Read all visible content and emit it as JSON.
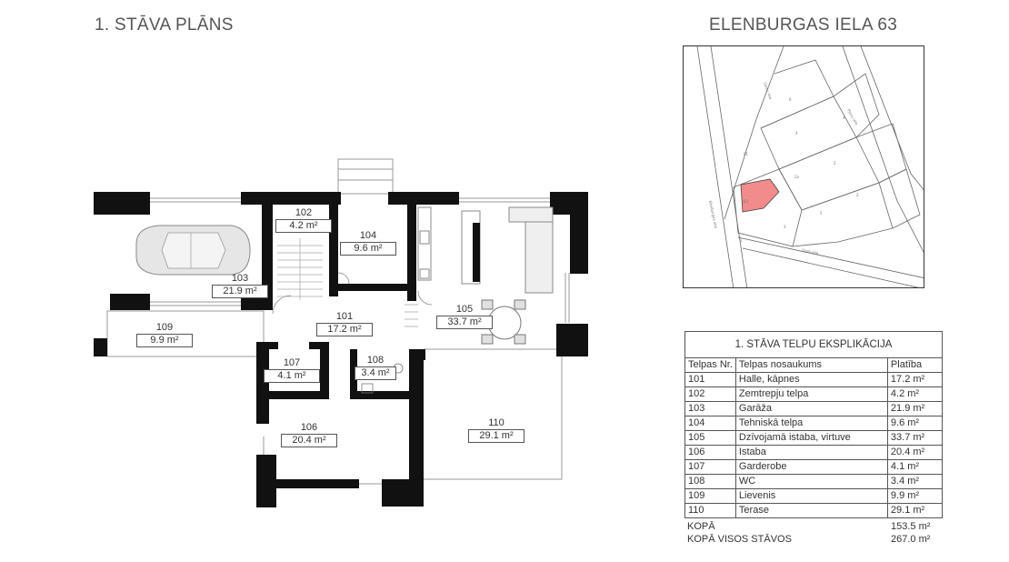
{
  "plan_title": "1. STĀVA PLĀNS",
  "address": "ELENBURGAS IELA 63",
  "rooms": [
    {
      "num": "101",
      "area": "17.2 m²"
    },
    {
      "num": "102",
      "area": "4.2 m²"
    },
    {
      "num": "103",
      "area": "21.9 m²"
    },
    {
      "num": "104",
      "area": "9.6 m²"
    },
    {
      "num": "105",
      "area": "33.7 m²"
    },
    {
      "num": "106",
      "area": "20.4 m²"
    },
    {
      "num": "107",
      "area": "4.1 m²"
    },
    {
      "num": "108",
      "area": "3.4 m²"
    },
    {
      "num": "109",
      "area": "9.9 m²"
    },
    {
      "num": "110",
      "area": "29.1 m²"
    }
  ],
  "site_plan": {
    "street_label": "Elenburgas iela",
    "small_street_labels": [
      "Ozolu iela",
      "Pļavu iela",
      "Upes iela"
    ],
    "plot_labels": [
      "1",
      "2",
      "3",
      "4",
      "5",
      "6",
      "2a",
      "61",
      "63",
      "4",
      "2"
    ],
    "highlight_color": "#f28b8b"
  },
  "schedule": {
    "caption": "1. STĀVA  TELPU EKSPLIKĀCIJA",
    "columns": [
      "Telpas Nr.",
      "Telpas nosaukums",
      "Platība"
    ],
    "rows": [
      [
        "101",
        "Halle, kāpnes",
        "17.2 m²"
      ],
      [
        "102",
        "Zemtrepju telpa",
        "4.2 m²"
      ],
      [
        "103",
        "Garāža",
        "21.9 m²"
      ],
      [
        "104",
        "Tehniskā telpa",
        "9.6 m²"
      ],
      [
        "105",
        "Dzīvojamā istaba, virtuve",
        "33.7 m²"
      ],
      [
        "106",
        "Istaba",
        "20.4 m²"
      ],
      [
        "107",
        "Garderobe",
        "4.1 m²"
      ],
      [
        "108",
        "WC",
        "3.4 m²"
      ],
      [
        "109",
        "Lievenis",
        "9.9 m²"
      ],
      [
        "110",
        "Terase",
        "29.1 m²"
      ]
    ],
    "total_label": "KOPĀ",
    "total_value": "153.5 m²",
    "total_all_label": "KOPĀ VISOS STĀVOS",
    "total_all_value": "267.0 m²"
  }
}
